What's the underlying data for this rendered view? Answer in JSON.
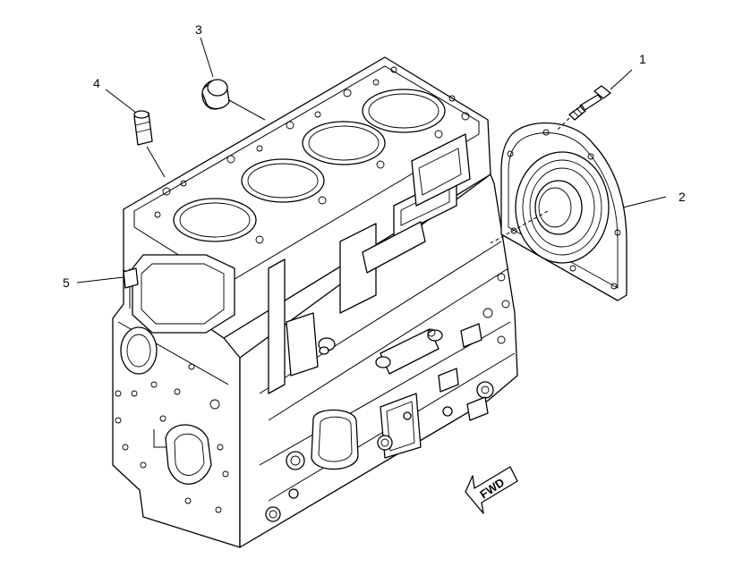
{
  "callouts": {
    "c1": "1",
    "c2": "2",
    "c3": "3",
    "c4": "4",
    "c5": "5"
  },
  "direction": {
    "label": "FWD"
  },
  "colors": {
    "line": "#000000",
    "background": "#ffffff"
  }
}
